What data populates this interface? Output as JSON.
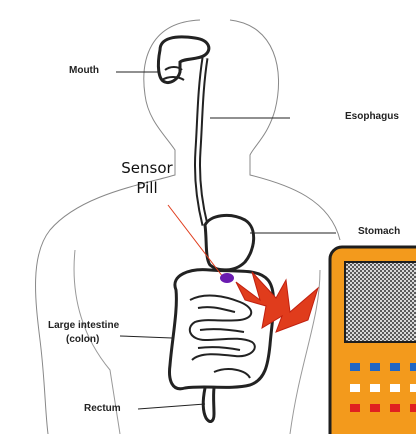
{
  "labels": {
    "mouth": "Mouth",
    "esophagus": "Esophagus",
    "stomach": "Stomach",
    "large_intestine_line1": "Large intestine",
    "large_intestine_line2": "(colon)",
    "rectum": "Rectum",
    "sensor_line1": "Sensor",
    "sensor_line2": "Pill"
  },
  "colors": {
    "outline": "#222222",
    "pill": "#6a1bb0",
    "signal": "#e03c1c",
    "device_body": "#f39a1c",
    "device_border": "#1e1e1e",
    "button_blue": "#1f66c4",
    "button_white": "#ffffff",
    "button_red": "#e02020"
  },
  "icons": {
    "signal": "lightning-bolt-icon",
    "device": "handheld-receiver-icon"
  }
}
